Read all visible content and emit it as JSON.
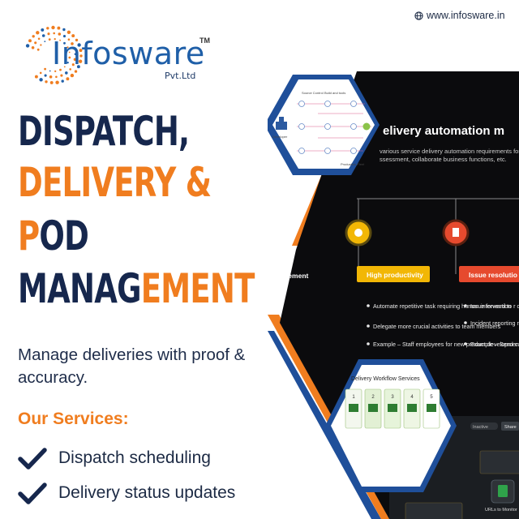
{
  "brand": {
    "name": "Infosware",
    "trademark": "TM",
    "suffix": "Pvt.Ltd",
    "website": "www.infosware.in"
  },
  "heading": {
    "line1": "DISPATCH,",
    "line2": "DELIVERY &",
    "line3_first": "P",
    "line3_rest": "OD",
    "line4_navy": "MANAG",
    "line4_orange": "EMENT"
  },
  "tagline": "Manage deliveries with proof & accuracy.",
  "services": {
    "title": "Our Services:",
    "items": [
      "Dispatch scheduling",
      "Delivery status updates"
    ]
  },
  "slide": {
    "title": "elivery automation m",
    "subtitle_1": "various service delivery automation requirements for impro",
    "subtitle_2": "ssessment, collaborate business functions, etc.",
    "left_stub": "rement",
    "card1_title": "High productivity",
    "card2_title": "Issue resolutio",
    "card1_bullets": [
      "Automate repetitive task requiring human intervention",
      "Delegate more crucial activities to team members",
      "Example – Staff employees for new product development"
    ],
    "card2_bullets": [
      "Issue forward to r department in real",
      "Incident reporting mapping to reduce resolution time",
      "Example – Send customer complain resolved in a week"
    ]
  },
  "flow_diagram": {
    "labels": [
      "Source Control",
      "Build and tools",
      "Developer",
      "Production Fleet"
    ]
  },
  "workflow": {
    "title": "Delivery Workflow Services",
    "steps": [
      "1",
      "2",
      "3",
      "4",
      "5"
    ]
  },
  "dark_ui": {
    "toggle_label": "Inactive",
    "share_label": "Share",
    "node_label": "URLs to Monitor"
  },
  "colors": {
    "navy": "#16274d",
    "orange": "#f07d1f",
    "brand_blue": "#1f5fa8",
    "slide_bg": "#0b0b0d",
    "frame_blue": "#1f4f9a"
  }
}
